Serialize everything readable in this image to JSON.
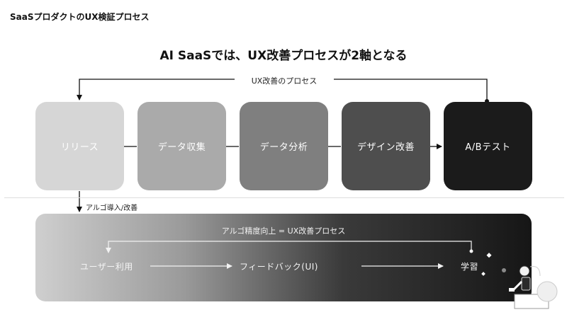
{
  "page_label": "SaaSプロダクトのUX検証プロセス",
  "main_title": "AI SaaSでは、UX改善プロセスが2軸となる",
  "loop_label": "UX改善のプロセス",
  "steps": [
    "リリース",
    "データ収集",
    "データ分析",
    "デザイン改善",
    "A/Bテスト"
  ],
  "algo_label": "アルゴ導入/改善",
  "panel": {
    "title": "アルゴ精度向上 = UX改善プロセス",
    "flow": [
      "ユーザー利用",
      "フィードバック(UI)",
      "学習"
    ]
  },
  "colors": {
    "step_fills": [
      "#d6d6d6",
      "#aaaaaa",
      "#7f7f7f",
      "#4e4e4e",
      "#1b1b1b"
    ],
    "step_text": [
      "#ffffff",
      "#ffffff",
      "#ffffff",
      "#ffffff",
      "#ffffff"
    ]
  },
  "icons": [
    "robot-illustration-icon"
  ]
}
